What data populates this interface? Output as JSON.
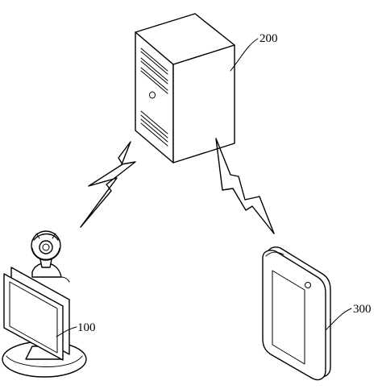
{
  "labels": {
    "server": "200",
    "terminal": "100",
    "mobile": "300"
  },
  "icons": {
    "server": "server-tower-icon",
    "terminal": "monitor-with-webcam-icon",
    "mobile": "mobile-phone-icon",
    "link": "wireless-lightning-link-icon"
  },
  "colors": {
    "line": "#000000",
    "background": "#ffffff"
  }
}
